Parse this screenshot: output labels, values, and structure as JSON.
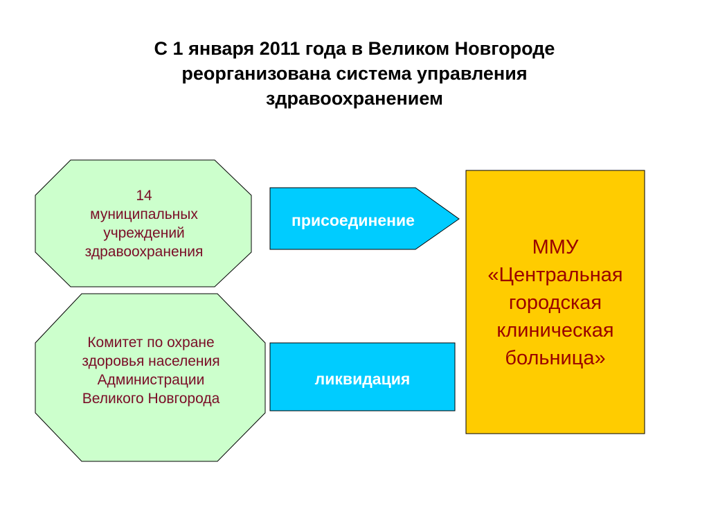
{
  "title": {
    "lines": [
      "С 1 января 2011 года в Великом Новгороде",
      "реорганизована система управления",
      "здравоохранением"
    ]
  },
  "source_top": {
    "lines": [
      "14",
      "муниципальных",
      "учреждений",
      "здравоохранения"
    ]
  },
  "source_bottom": {
    "lines": [
      "Комитет по охране",
      "здоровья населения",
      "Администрации",
      "Великого Новгорода"
    ]
  },
  "action_top": {
    "label": "присоединение"
  },
  "action_bottom": {
    "label": "ликвидация"
  },
  "result": {
    "lines": [
      "ММУ",
      "«Центральная",
      "городская",
      "клиническая",
      "больница»"
    ]
  },
  "colors": {
    "octagon_fill": "#ccffcc",
    "octagon_text": "#7a0c26",
    "action_fill": "#00ccff",
    "action_text": "#ffffff",
    "result_fill": "#ffcc00",
    "result_text": "#990000",
    "title_text": "#000000"
  }
}
